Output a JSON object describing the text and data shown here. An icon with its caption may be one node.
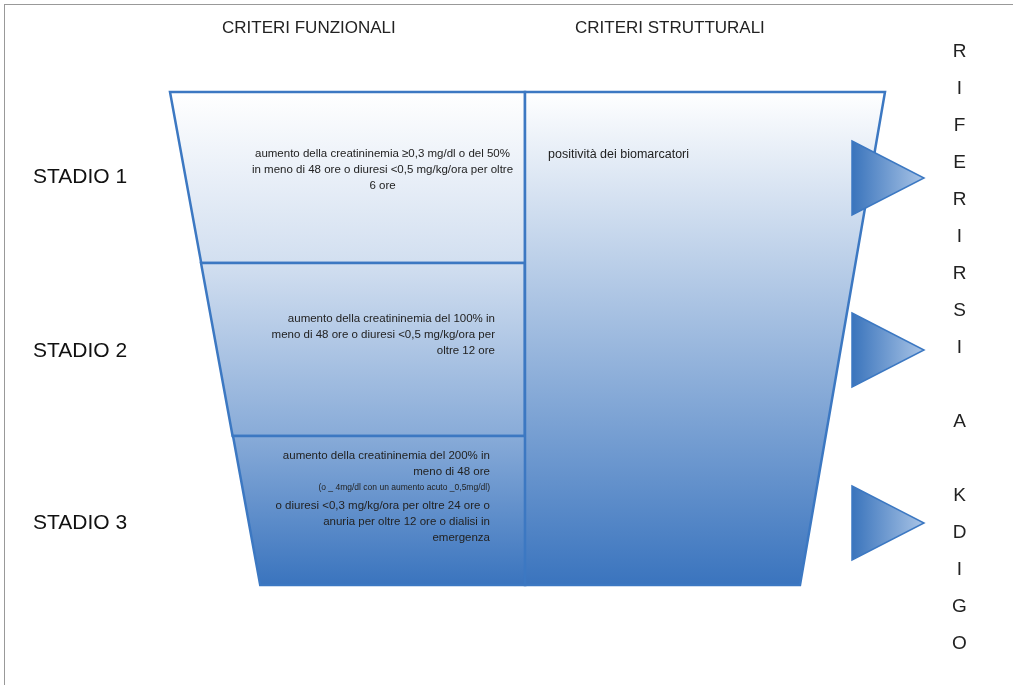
{
  "diagram": {
    "nodes": [
      {
        "text": [
          "aumento della creatininemia ≥0,3 mg/dl o del 50% in meno di 48 ore o diuresi <0,5 mg/kg/ora per oltre 6 ore"
        ]
      },
      {
        "text": [
          "aumento della creatininemia del 100% in meno di 48 ore o diuresi <0,5 mg/kg/ora per oltre 12 ore"
        ]
      },
      {
        "text": [
          "aumento della creatininemia del 200% in meno di 48 ore",
          "(o _ 4mg/dl con un aumento acuto _0,5mg/dl)",
          "o diuresi <0,3 mg/kg/ora per oltre 24 ore o anuria per oltre 12 ore o dialisi in emergenza"
        ]
      },
      {
        "text": [
          "positività dei biomarcatori"
        ]
      }
    ],
    "labels": [
      "CRITERI FUNZIONALI",
      "CRITERI STRUTTURALI",
      "STADIO 1",
      "STADIO 2",
      "STADIO 3",
      "RIFERIRSI A KDIGO"
    ]
  }
}
